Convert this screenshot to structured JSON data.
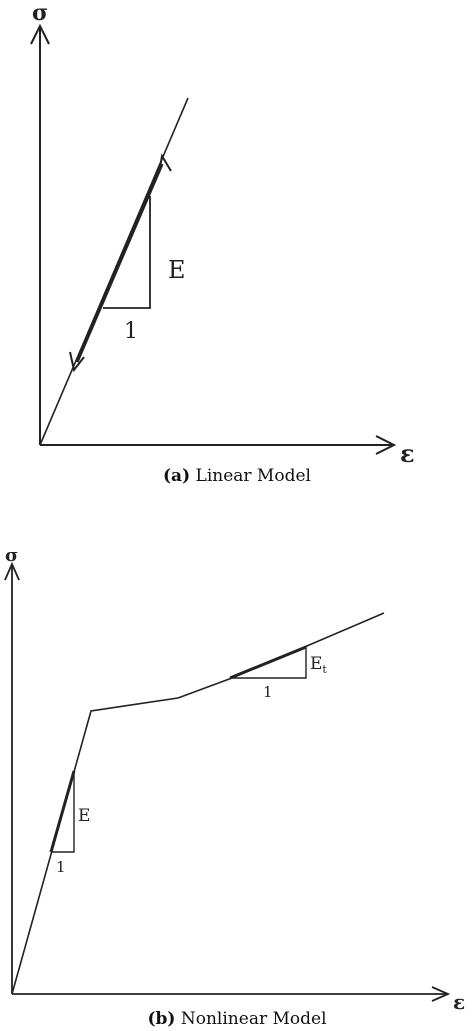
{
  "panel_a": {
    "y_axis_symbol": "σ",
    "x_axis_symbol": "ε",
    "slope_label": "E",
    "run_label": "1",
    "caption_tag": "(a)",
    "caption_text": "Linear Model"
  },
  "panel_b": {
    "y_axis_symbol": "σ",
    "x_axis_symbol": "ε",
    "slope_label_1": "E",
    "run_label_1": "1",
    "slope_label_2": "E",
    "slope_label_2_sub": "t",
    "run_label_2": "1",
    "caption_tag": "(b)",
    "caption_text": "Nonlinear Model"
  },
  "colors": {
    "line": "#222222",
    "background": "#ffffff"
  }
}
